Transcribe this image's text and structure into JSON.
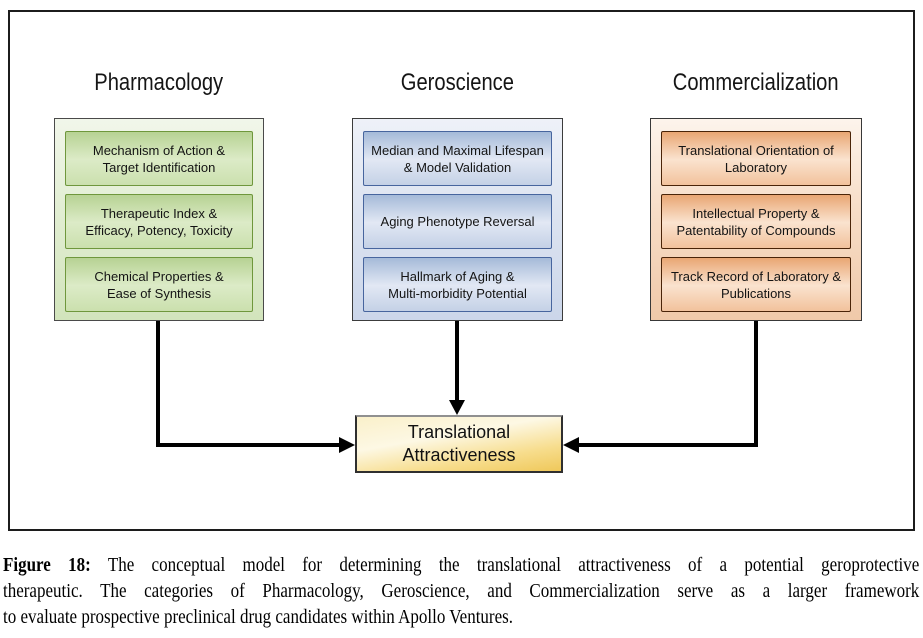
{
  "figure": {
    "columns": [
      {
        "title": "Pharmacology",
        "accent_color": "#c9e0ac",
        "border_color": "#6f973c",
        "items": [
          [
            "Mechanism of Action &",
            "Target Identification"
          ],
          [
            "Therapeutic Index &",
            "Efficacy, Potency, Toxicity"
          ],
          [
            "Chemical Properties &",
            "Ease of Synthesis"
          ]
        ]
      },
      {
        "title": "Geroscience",
        "accent_color": "#c4d1e6",
        "border_color": "#47659e",
        "items": [
          [
            "Median and Maximal Lifespan",
            "& Model Validation"
          ],
          [
            "Aging Phenotype Reversal"
          ],
          [
            "Hallmark of Aging &",
            "Multi-morbidity Potential"
          ]
        ]
      },
      {
        "title": "Commercialization",
        "accent_color": "#f2c29c",
        "border_color": "#4a2408",
        "items": [
          [
            "Translational Orientation of",
            "Laboratory"
          ],
          [
            "Intellectual Property &",
            "Patentability of Compounds"
          ],
          [
            "Track Record of Laboratory &",
            "Publications"
          ]
        ]
      }
    ],
    "result_box": {
      "line1": "Translational",
      "line2": "Attractiveness",
      "fill_color": "#f5d67a",
      "border_color": "#2f2f2f"
    },
    "arrow_color": "#000000"
  },
  "caption": {
    "label": "Figure 18:",
    "line1_rest": "The conceptual model for determining the translational attractiveness of a potential geroprotective",
    "line2": "therapeutic. The categories of Pharmacology, Geroscience, and Commercialization serve as a larger framework",
    "line3": "to evaluate prospective preclinical drug candidates within Apollo Ventures."
  }
}
